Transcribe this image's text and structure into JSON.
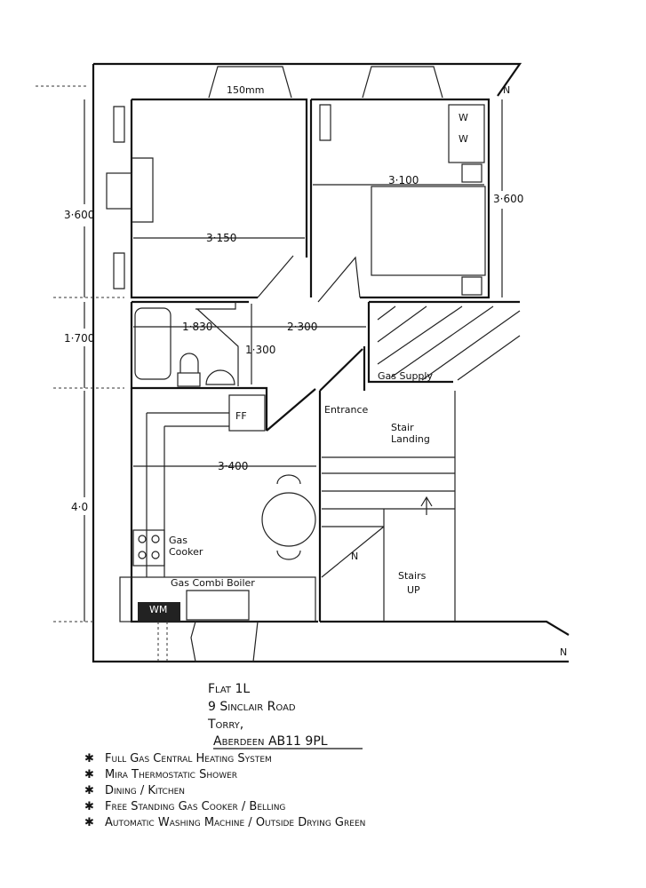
{
  "plan": {
    "vent_label": "150mm",
    "dimensions": {
      "living_width": "3·150",
      "living_height": "3·600",
      "bedroom_width": "3·100",
      "bedroom_height": "3·600",
      "bathroom_width": "1·830",
      "hall_width": "2·300",
      "hall_depth": "1·300",
      "bathroom_height": "1·700",
      "kitchen_width": "3·400",
      "kitchen_height": "4·0"
    },
    "labels": {
      "wardrobe_1": "W",
      "wardrobe_2": "W",
      "fridge_freezer": "FF",
      "gas_supply": "Gas Supply",
      "entrance": "Entrance",
      "stair_landing_1": "Stair",
      "stair_landing_2": "Landing",
      "gas_cooker_1": "Gas",
      "gas_cooker_2": "Cooker",
      "boiler": "Gas Combi Boiler",
      "washing_machine": "WM",
      "stairs_1": "Stairs",
      "stairs_2": "UP",
      "north_1": "N",
      "north_2": "N",
      "north_3": "N"
    }
  },
  "address": {
    "line1": "Flat 1L",
    "line2": "9 Sinclair Road",
    "line3": "Torry,",
    "line4": "Aberdeen AB11 9PL"
  },
  "features": [
    "Full Gas Central Heating System",
    "Mira Thermostatic Shower",
    "Dining / Kitchen",
    "Free Standing Gas Cooker / Belling",
    "Automatic Washing Machine / Outside Drying Green"
  ]
}
